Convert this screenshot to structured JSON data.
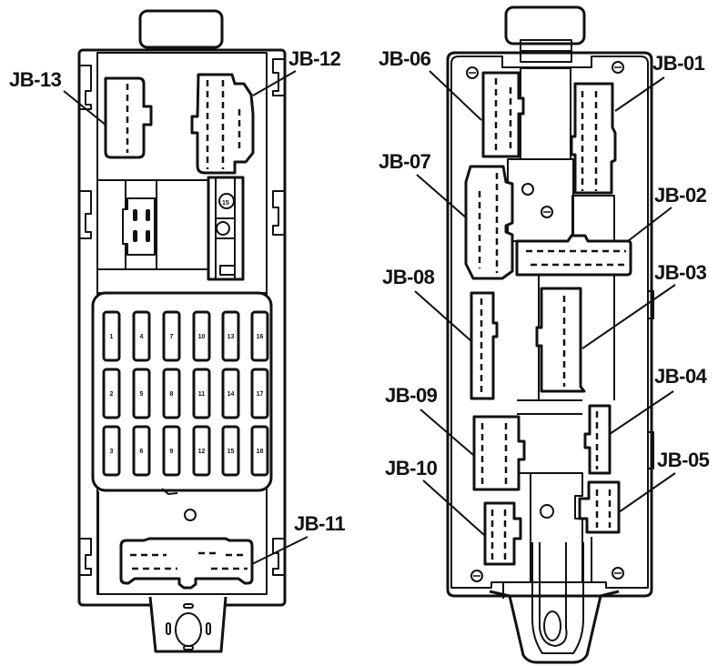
{
  "diagram": {
    "left_view": {
      "connectors": [
        {
          "id": "JB-13"
        },
        {
          "id": "JB-12"
        },
        {
          "id": "JB-11"
        }
      ],
      "fuse_block": {
        "fuses": [
          "1",
          "4",
          "7",
          "10",
          "13",
          "16",
          "2",
          "5",
          "8",
          "11",
          "14",
          "17",
          "3",
          "6",
          "9",
          "12",
          "15",
          "18"
        ]
      }
    },
    "right_view": {
      "connectors": [
        {
          "id": "JB-06"
        },
        {
          "id": "JB-01"
        },
        {
          "id": "JB-07"
        },
        {
          "id": "JB-02"
        },
        {
          "id": "JB-08"
        },
        {
          "id": "JB-03"
        },
        {
          "id": "JB-09"
        },
        {
          "id": "JB-04"
        },
        {
          "id": "JB-10"
        },
        {
          "id": "JB-05"
        }
      ]
    },
    "line_color": "#111111",
    "background_color": "#ffffff"
  }
}
